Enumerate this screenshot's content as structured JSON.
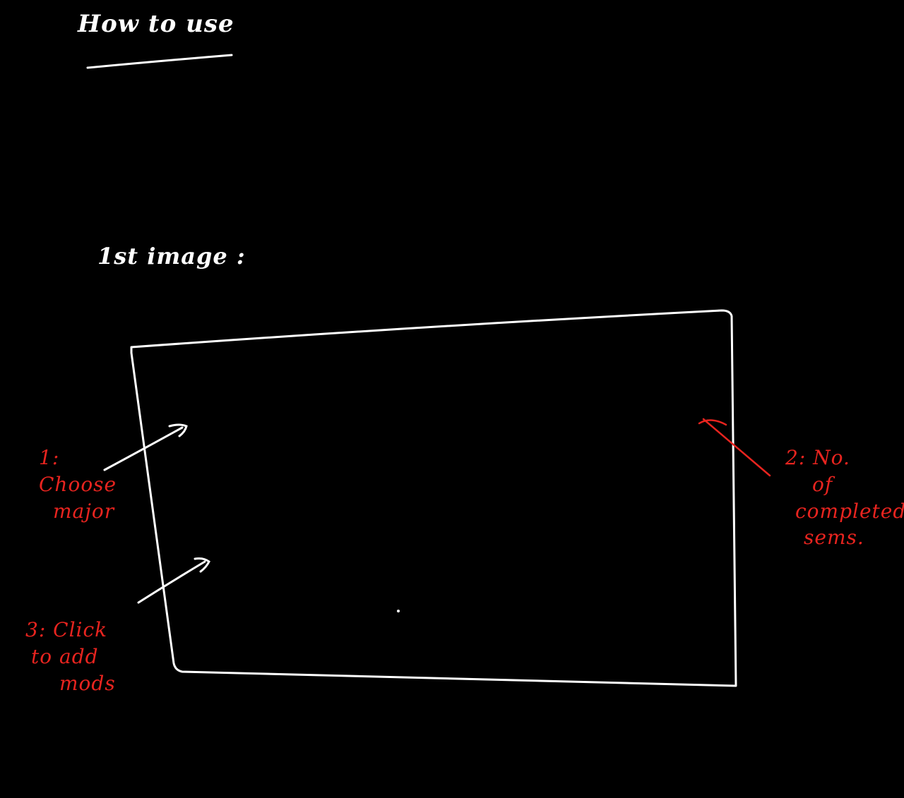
{
  "sketch": {
    "title": "How to use",
    "subtitle": "1st image :",
    "annotations": {
      "left_top": [
        "1:",
        "Choose",
        "major"
      ],
      "left_bottom": [
        "3: Click",
        "to add",
        "mods"
      ],
      "right": [
        "2: No.",
        "of",
        "completed",
        "sems."
      ]
    }
  },
  "colors": {
    "background": "#000000",
    "ink_white": "#ffffff",
    "ink_red": "#e8241f"
  }
}
